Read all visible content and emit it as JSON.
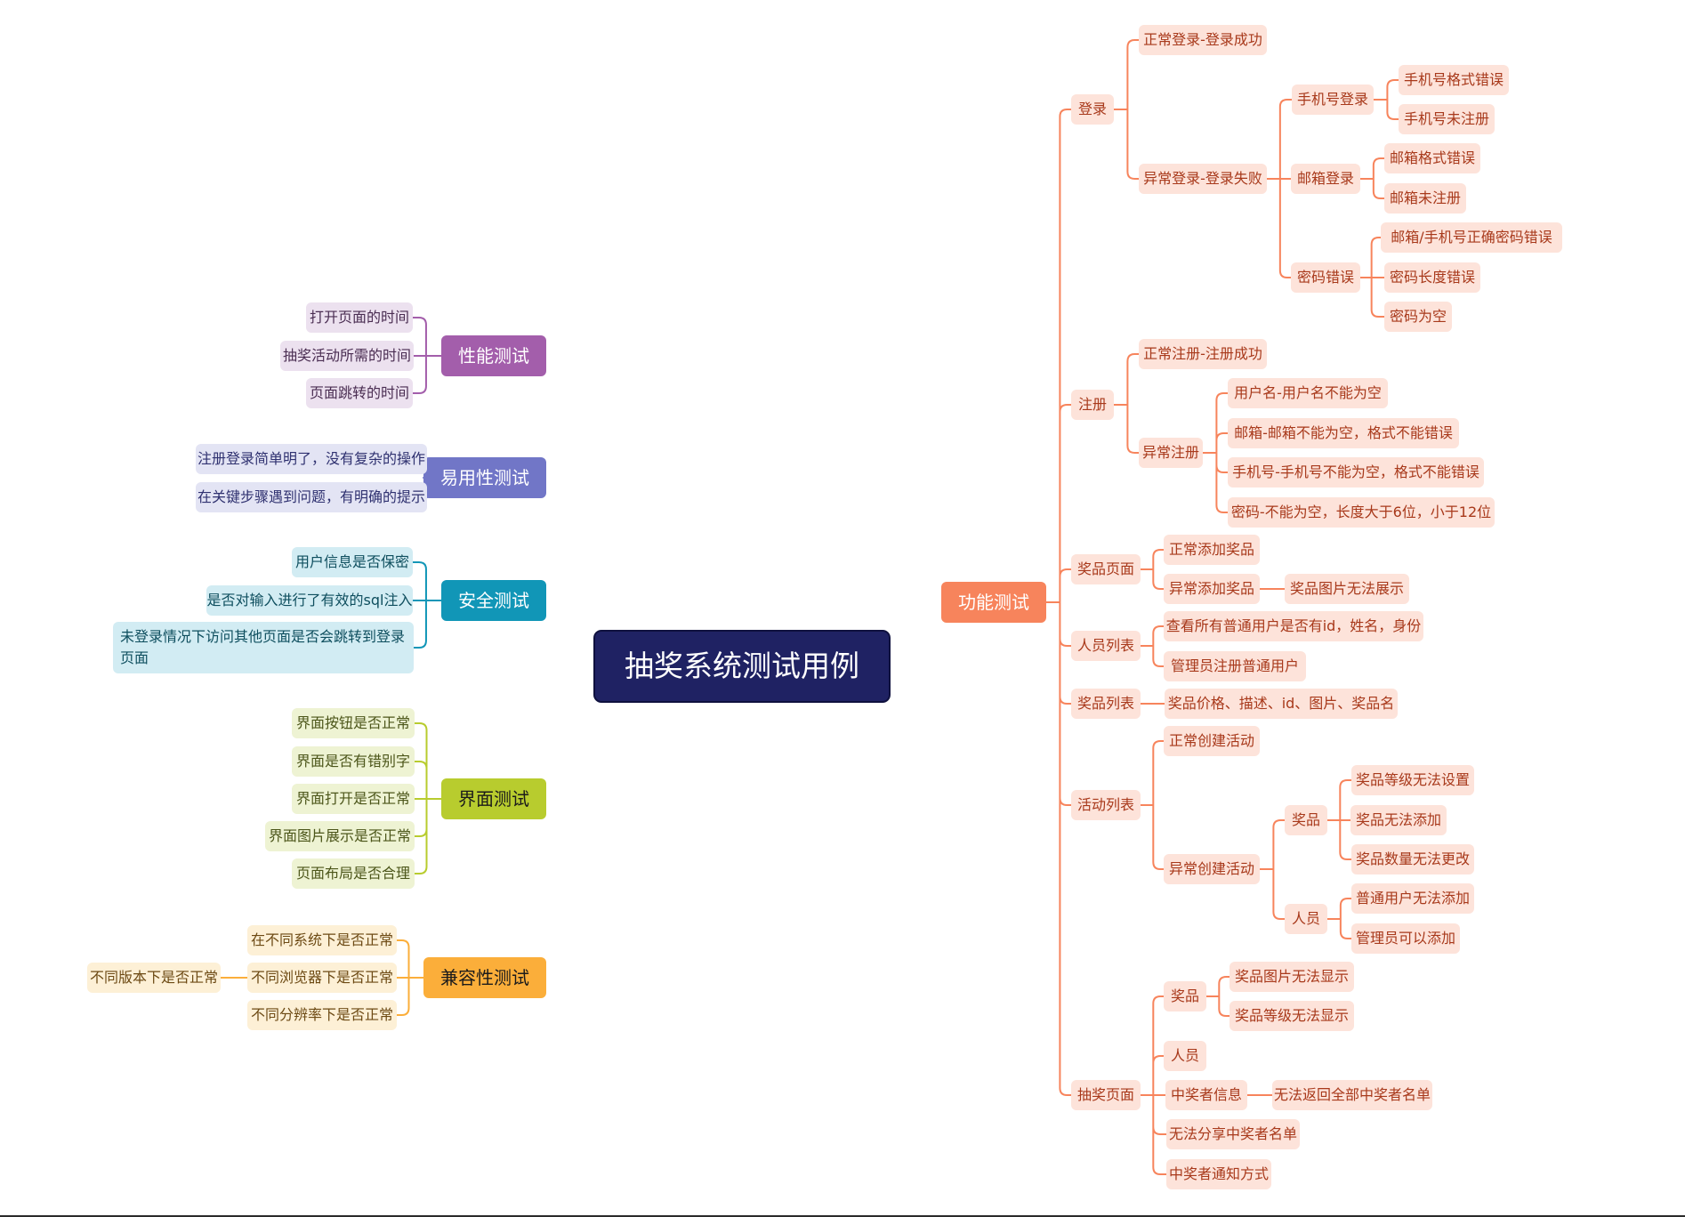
{
  "title": "抽奖系统测试用例",
  "colors": {
    "central": "#1f2263",
    "functional": "#f7845c",
    "functional_leaf": "#fde3da",
    "performance": "#a35eab",
    "performance_leaf": "#ece1ef",
    "usability": "#7176c7",
    "usability_leaf": "#e3e4f4",
    "security": "#1196b7",
    "security_leaf": "#d2ecf3",
    "ui": "#b8cc2e",
    "ui_leaf": "#eef3d3",
    "compat": "#fbae3a",
    "compat_leaf": "#fdf0d6"
  },
  "branches": {
    "functional": {
      "label": "功能测试",
      "login": {
        "label": "登录",
        "normal": "正常登录-登录成功",
        "abnormal": "异常登录-登录失败",
        "phone": "手机号登录",
        "phone_format": "手机号格式错误",
        "phone_unreg": "手机号未注册",
        "email": "邮箱登录",
        "email_format": "邮箱格式错误",
        "email_unreg": "邮箱未注册",
        "pwd": "密码错误",
        "pwd_wrong": "邮箱/手机号正确密码错误",
        "pwd_length": "密码长度错误",
        "pwd_empty": "密码为空"
      },
      "register": {
        "label": "注册",
        "normal": "正常注册-注册成功",
        "abnormal": "异常注册",
        "username": "用户名-用户名不能为空",
        "email": "邮箱-邮箱不能为空，格式不能错误",
        "phone": "手机号-手机号不能为空，格式不能错误",
        "password": "密码-不能为空，长度大于6位，小于12位"
      },
      "prize_page": {
        "label": "奖品页面",
        "normal": "正常添加奖品",
        "abnormal": "异常添加奖品",
        "img": "奖品图片无法展示"
      },
      "people": {
        "label": "人员列表",
        "check": "查看所有普通用户是否有id，姓名，身份",
        "admin": "管理员注册普通用户"
      },
      "prize_list": {
        "label": "奖品列表",
        "fields": "奖品价格、描述、id、图片、奖品名"
      },
      "activity": {
        "label": "活动列表",
        "normal": "正常创建活动",
        "abnormal": "异常创建活动",
        "prize": "奖品",
        "prize_level": "奖品等级无法设置",
        "prize_add": "奖品无法添加",
        "prize_qty": "奖品数量无法更改",
        "person": "人员",
        "person_add": "普通用户无法添加",
        "person_admin": "管理员可以添加"
      },
      "draw": {
        "label": "抽奖页面",
        "prize": "奖品",
        "prize_img": "奖品图片无法显示",
        "prize_level": "奖品等级无法显示",
        "person": "人员",
        "winner": "中奖者信息",
        "winner_all": "无法返回全部中奖者名单",
        "share": "无法分享中奖者名单",
        "notify": "中奖者通知方式"
      }
    },
    "performance": {
      "label": "性能测试",
      "items": [
        "打开页面的时间",
        "抽奖活动所需的时间",
        "页面跳转的时间"
      ]
    },
    "usability": {
      "label": "易用性测试",
      "items": [
        "注册登录简单明了，没有复杂的操作",
        "在关键步骤遇到问题，有明确的提示"
      ]
    },
    "security": {
      "label": "安全测试",
      "items": [
        "用户信息是否保密",
        "是否对输入进行了有效的sql注入",
        "未登录情况下访问其他页面是否会跳转到登录页面"
      ]
    },
    "ui": {
      "label": "界面测试",
      "items": [
        "界面按钮是否正常",
        "界面是否有错别字",
        "界面打开是否正常",
        "界面图片展示是否正常",
        "页面布局是否合理"
      ]
    },
    "compat": {
      "label": "兼容性测试",
      "items": [
        "在不同系统下是否正常",
        "不同浏览器下是否正常",
        "不同分辨率下是否正常"
      ],
      "browser_sub": "不同版本下是否正常"
    }
  }
}
